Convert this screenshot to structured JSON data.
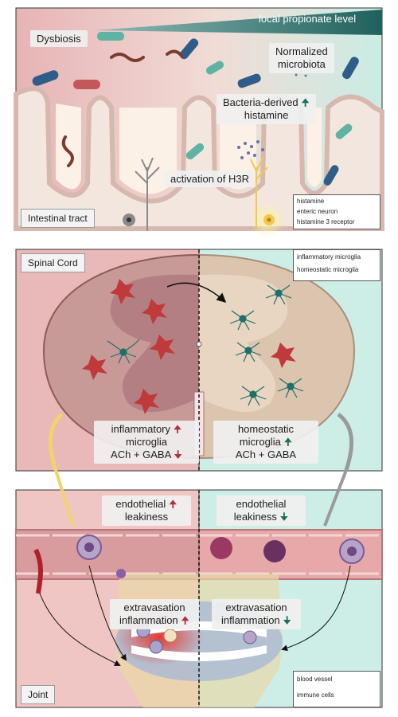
{
  "gradient_label": "local propionate level",
  "panel1": {
    "tag": "Intestinal tract",
    "dysbiosis": "Dysbiosis",
    "normalized": [
      "Normalized",
      "microbiota"
    ],
    "histamine_label": [
      "Bacteria-derived",
      "histamine"
    ],
    "h3r_label": "activation of H3R",
    "legend": [
      "histamine",
      "enteric neuron",
      "histamine 3 receptor"
    ]
  },
  "panel2": {
    "tag": "Spinal Cord",
    "legend": [
      "inflammatory microglia",
      "homeostatic microglia"
    ],
    "left_box": [
      "inflammatory",
      "microglia",
      "ACh + GABA"
    ],
    "right_box": [
      "homeostatic",
      "microglia",
      "ACh + GABA"
    ]
  },
  "panel3": {
    "tag": "Joint",
    "leak_left": [
      "endothelial",
      "leakiness"
    ],
    "leak_right": [
      "endothelial",
      "leakiness"
    ],
    "extra_left": [
      "extravasation",
      "inflammation"
    ],
    "extra_right": [
      "extravasation",
      "inflammation"
    ],
    "legend": [
      "blood vessel",
      "immune cells"
    ]
  },
  "colors": {
    "inflamed_bg": "#e9b7b7",
    "healthy_bg": "#cdeee7",
    "teal_dark": "#2a6b66",
    "microglia_red": "#c0393b",
    "microglia_teal": "#1f6f6a",
    "neuron_yellow": "#f7d774",
    "neuron_grey": "#8a8a8a"
  },
  "icons": [
    "up-arrow-icon",
    "down-arrow-icon",
    "microglia-icon",
    "neuron-icon",
    "bacteria-icon",
    "immune-cell-icon"
  ]
}
